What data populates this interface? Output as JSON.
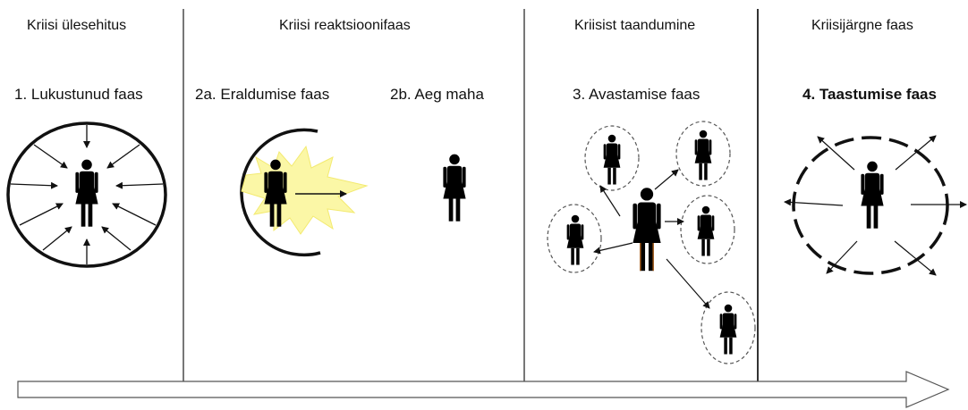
{
  "stages": [
    {
      "id": "pre",
      "label": "Kriisi ülesehitus"
    },
    {
      "id": "reaction",
      "label": "Kriisi reaktsioonifaas"
    },
    {
      "id": "withdrawal",
      "label": "Kriisist taandumine"
    },
    {
      "id": "post",
      "label": "Kriisijärgne faas"
    }
  ],
  "phases": [
    {
      "id": "p1",
      "label": "1. Lukustunud faas"
    },
    {
      "id": "p2a",
      "label": "2a. Eraldumise faas"
    },
    {
      "id": "p2b",
      "label": "2b. Aeg maha"
    },
    {
      "id": "p3",
      "label": "3. Avastamise faas"
    },
    {
      "id": "p4",
      "label": "4. Taastumise faas"
    }
  ],
  "colors": {
    "line": "#111111",
    "divider": "#777777",
    "burst": "#fbf7a6",
    "figure": "#000000",
    "figure_accent": "#b5651d"
  },
  "icons": [
    "person-icon",
    "burst-icon",
    "arrow-icon",
    "timeline-arrow-icon"
  ]
}
